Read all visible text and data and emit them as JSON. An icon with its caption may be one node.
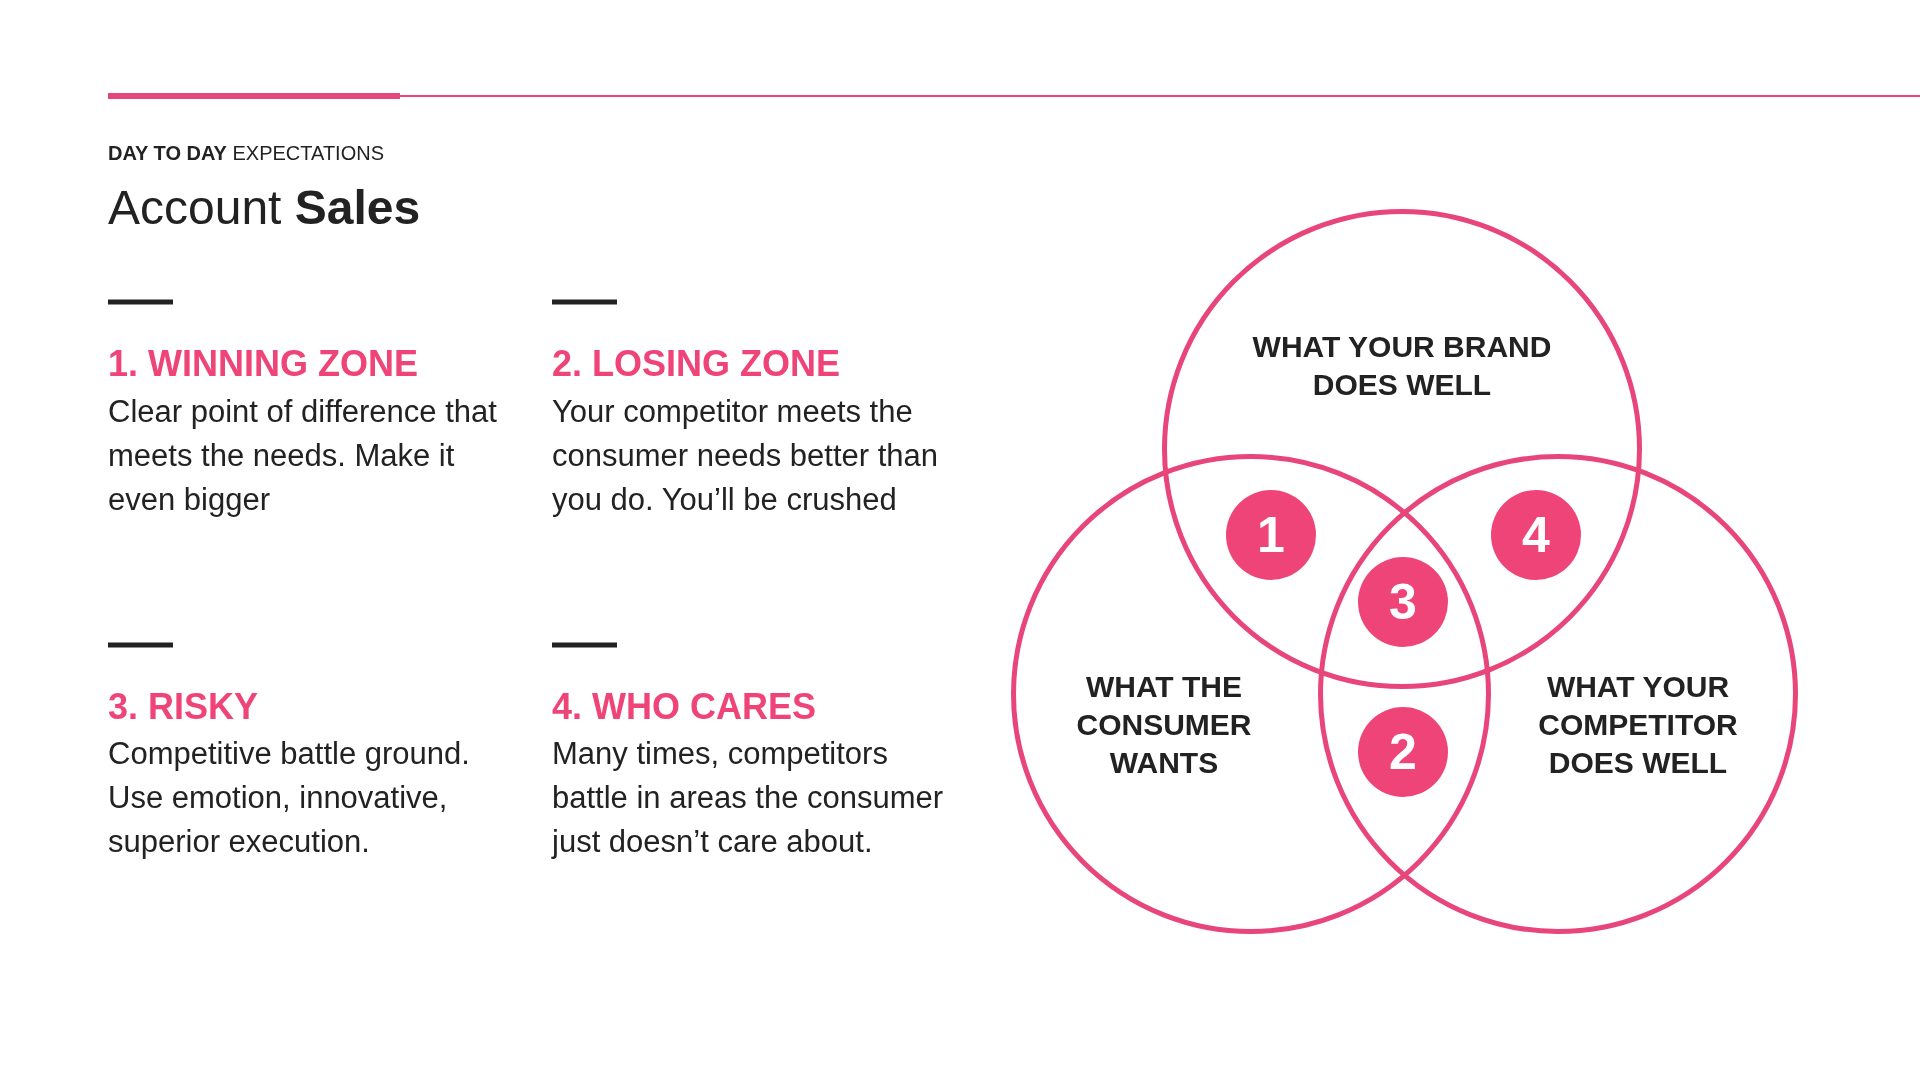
{
  "diagram": {
    "title": "Account **Sales**",
    "nodes": [
      {
        "text": [
          "WHAT YOUR BRAND DOES WELL"
        ]
      },
      {
        "text": [
          "WHAT THE CONSUMER WANTS"
        ]
      },
      {
        "text": [
          "WHAT YOUR COMPETITOR DOES WELL"
        ]
      },
      {
        "text": [
          "1"
        ]
      },
      {
        "text": [
          "4"
        ]
      },
      {
        "text": [
          "3"
        ]
      },
      {
        "text": [
          "2"
        ]
      }
    ],
    "labels": [
      "**DAY TO DAY** EXPECTATIONS",
      "1. WINNING ZONE",
      "Clear point of difference that meets the needs. Make it even bigger",
      "2. LOSING ZONE",
      "Your competitor meets the consumer needs better than you do. You’ll be crushed",
      "3. RISKY",
      "Competitive battle ground. Use emotion, innovative, superior execution.",
      "4. WHO CARES",
      "Many times, competitors battle in areas the consumer just doesn’t care about."
    ]
  }
}
